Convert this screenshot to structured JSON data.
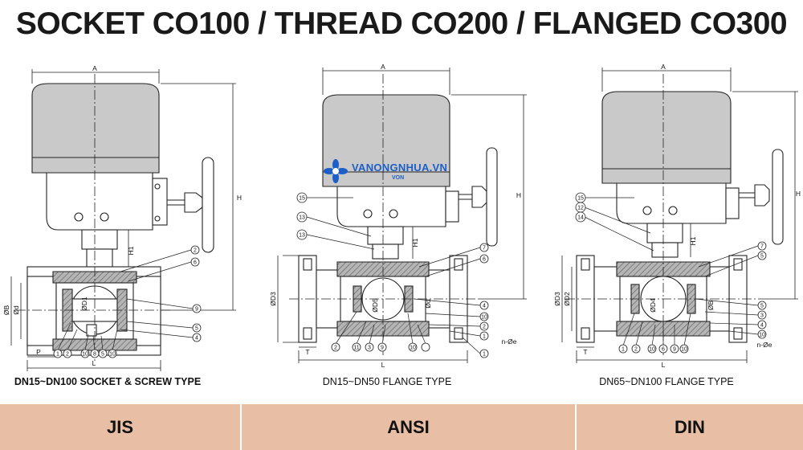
{
  "title": "SOCKET CO100 / THREAD CO200 / FLANGED CO300",
  "captions": {
    "left": "DN15~DN100 SOCKET & SCREW TYPE",
    "middle": "DN15~DN50 FLANGE TYPE",
    "right": "DN65~DN100 FLANGE TYPE"
  },
  "standards": [
    "JIS",
    "ANSI",
    "DIN"
  ],
  "watermark": {
    "text": "VANONGNHUA.VN",
    "sub": "VON"
  },
  "dims": {
    "A": "A",
    "H": "H",
    "H1": "H1",
    "L": "L",
    "P": "P",
    "T": "T",
    "OB": "ØB",
    "Od": "Ød",
    "OD1": "ØD1",
    "OD3": "ØD3",
    "OD2": "ØD2",
    "OD5": "ØD5",
    "OD4": "ØD4",
    "ne": "n-Øe"
  },
  "balloons": {
    "left": [
      "2",
      "6",
      "9",
      "5",
      "4",
      "1",
      "2",
      "10",
      "8",
      "5",
      "10"
    ],
    "middle": [
      "15",
      "13",
      "13",
      "7",
      "6",
      "4",
      "10",
      "2",
      "1",
      "1",
      "2",
      "11",
      "3",
      "9",
      "10"
    ],
    "right": [
      "15",
      "12",
      "14",
      "7",
      "5",
      "5",
      "3",
      "4",
      "10",
      "1",
      "2",
      "10",
      "6",
      "9",
      "10"
    ]
  },
  "colors": {
    "band": "#e8bfa5",
    "section": "#909090",
    "line": "#222222",
    "watermark": "#1d5fc6"
  }
}
